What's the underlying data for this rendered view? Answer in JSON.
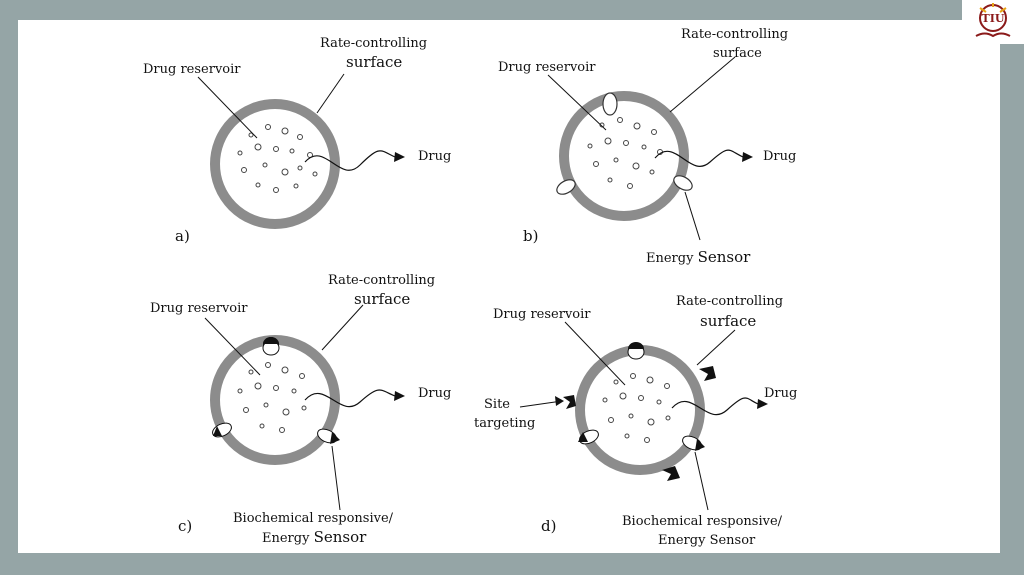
{
  "colors": {
    "frame": "#95a5a6",
    "slide": "#ffffff",
    "ring": "#8c8c8c",
    "ink": "#111111",
    "logo": "#8b1a1a",
    "logo_accent": "#e8a317"
  },
  "logo": {
    "text": "TIU",
    "icon": "university-book-logo-icon"
  },
  "panels": {
    "a": {
      "tag": "a)",
      "reservoir": "Drug reservoir",
      "surface_line1": "Rate-controlling",
      "surface_line2": "surface",
      "drug": "Drug"
    },
    "b": {
      "tag": "b)",
      "reservoir": "Drug reservoir",
      "surface_line1": "Rate-controlling",
      "surface_line2": "surface",
      "drug": "Drug",
      "sensor_a": "Energy ",
      "sensor_b": "Sensor"
    },
    "c": {
      "tag": "c)",
      "reservoir": "Drug reservoir",
      "surface_line1": "Rate-controlling",
      "surface_line2": "surface",
      "drug": "Drug",
      "sensor_line1": "Biochemical responsive/",
      "sensor_line2a": "Energy ",
      "sensor_line2b": "Sensor"
    },
    "d": {
      "tag": "d)",
      "reservoir": "Drug reservoir",
      "surface_line1": "Rate-controlling",
      "surface_line2": "surface",
      "drug": "Drug",
      "site_line1": "Site",
      "site_line2": "targeting",
      "sensor_line1": "Biochemical responsive/",
      "sensor_line2": "Energy Sensor"
    }
  }
}
